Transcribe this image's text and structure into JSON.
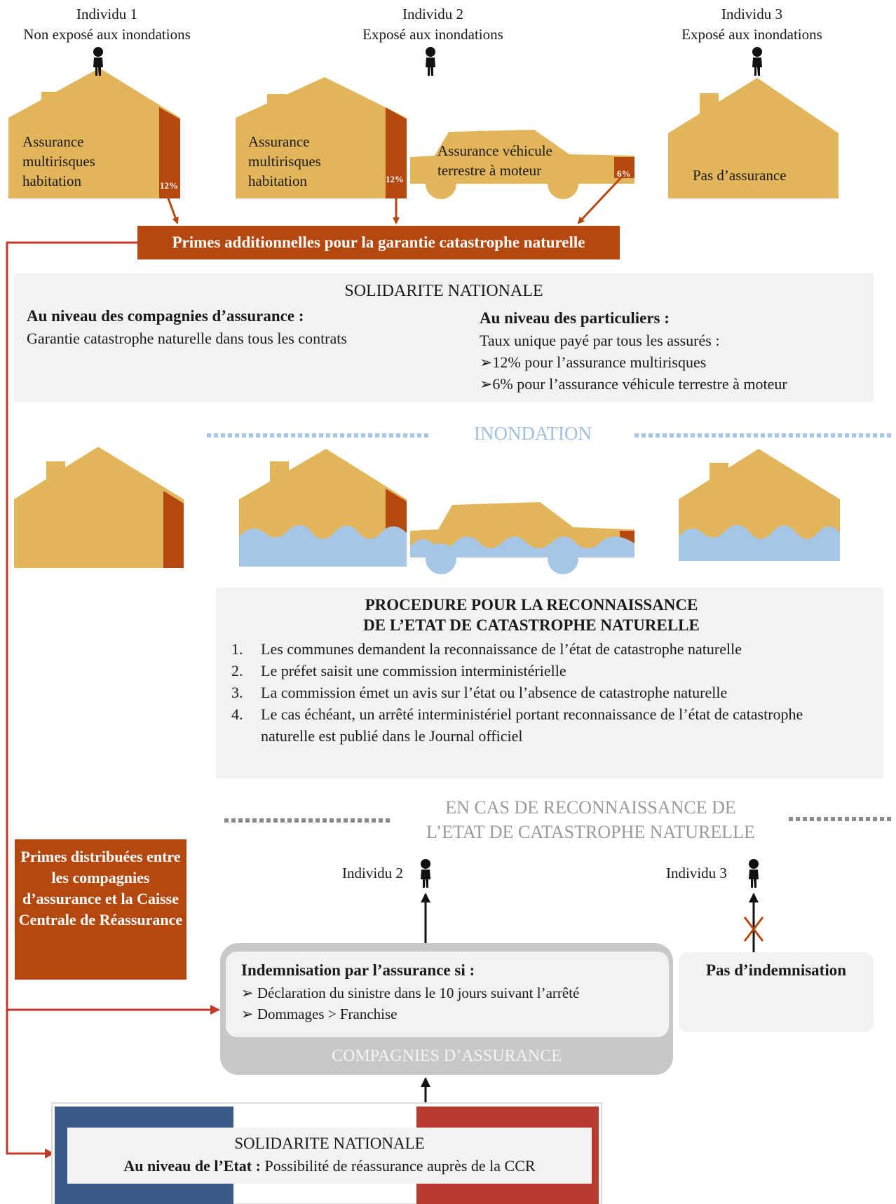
{
  "individuals": [
    {
      "name": "Individu 1",
      "status": "Non exposé aux inondations"
    },
    {
      "name": "Individu 2",
      "status": "Exposé aux inondations"
    },
    {
      "name": "Individu 3",
      "status": "Exposé aux inondations"
    }
  ],
  "houses": {
    "h1": {
      "label": "Assurance multirisques habitation",
      "rate": "12%"
    },
    "h2": {
      "label": "Assurance multirisques habitation",
      "rate": "12%"
    },
    "car": {
      "label": "Assurance véhicule terrestre à moteur",
      "rate": "6%"
    },
    "h3": {
      "label": "Pas d’assurance"
    }
  },
  "premiums_bar": "Primes additionnelles pour la garantie catastrophe naturelle",
  "solidarity": {
    "title": "SOLIDARITE NATIONALE",
    "left_heading": "Au niveau des compagnies d’assurance :",
    "left_text": "Garantie catastrophe naturelle dans tous les contrats",
    "right_heading": "Au niveau des particuliers :",
    "right_text": "Taux unique  payé par tous les assurés :",
    "right_items": [
      "➢12% pour l’assurance multirisques",
      "➢6% pour l’assurance véhicule terrestre à moteur"
    ]
  },
  "flood_label": "INONDATION",
  "procedure": {
    "title_line1": "PROCEDURE POUR LA RECONNAISSANCE",
    "title_line2": "DE L’ETAT DE CATASTROPHE NATURELLE",
    "steps": [
      {
        "num": "1.",
        "text": "Les communes demandent la reconnaissance de l’état de catastrophe naturelle"
      },
      {
        "num": "2.",
        "text": "Le préfet saisit une commission interministérielle"
      },
      {
        "num": "3.",
        "text": "La commission émet un avis sur l’état ou l’absence de catastrophe naturelle"
      },
      {
        "num": "4.",
        "text": "Le cas échéant, un arrêté interministériel portant reconnaissance de l’état de catastrophe naturelle est publié dans le Journal officiel"
      }
    ]
  },
  "recognition": {
    "line1": "EN CAS DE RECONNAISSANCE DE",
    "line2": "L’ETAT DE CATASTROPHE NATURELLE"
  },
  "distributed": "Primes distribuées entre les compagnies d’assurance et la Caisse Centrale de Réassurance",
  "outcome": {
    "ind2": "Individu 2",
    "ind3": "Individu 3",
    "indemn_heading": "Indemnisation par l’assurance si :",
    "indemn_items": [
      "➢ Déclaration du sinistre dans le 10 jours suivant l’arrêté",
      "➢ Dommages > Franchise"
    ],
    "companies": "COMPAGNIES D’ASSURANCE",
    "no_indemn": "Pas d’indemnisation"
  },
  "state": {
    "title": "SOLIDARITE NATIONALE",
    "heading": "Au niveau de l’Etat :",
    "text": "Possibilité de réassurance auprès de la CCR"
  },
  "colors": {
    "house": "#e3b55b",
    "wall": "#b5480f",
    "water": "#a7c6e6",
    "flag_blue": "#3a5a88",
    "flag_red": "#b83a2e"
  }
}
